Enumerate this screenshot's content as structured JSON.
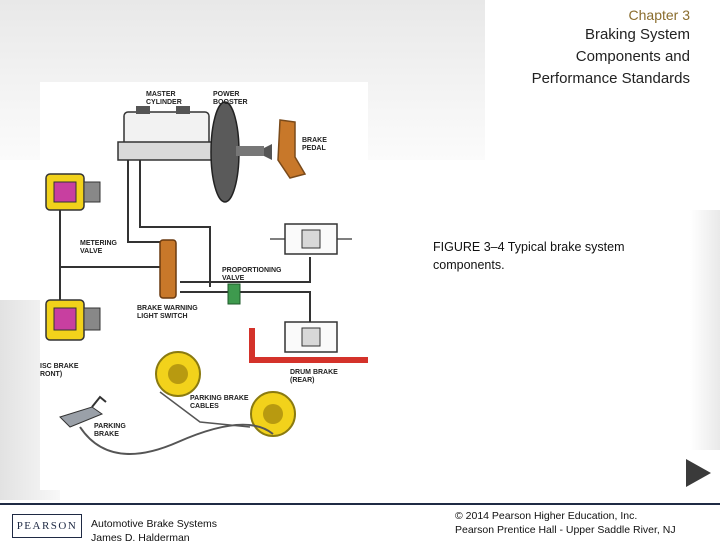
{
  "header": {
    "chapter": "Chapter 3",
    "title_line1": "Braking System",
    "title_line2": "Components and",
    "title_line3": "Performance Standards"
  },
  "figure": {
    "caption_line1": "FIGURE 3–4 Typical brake system",
    "caption_line2": "components.",
    "labels": {
      "master_cylinder_1": "MASTER",
      "master_cylinder_2": "CYLINDER",
      "power_booster_1": "POWER",
      "power_booster_2": "BOOSTER",
      "brake_pedal_1": "BRAKE",
      "brake_pedal_2": "PEDAL",
      "metering_valve_1": "METERING",
      "metering_valve_2": "VALVE",
      "proportioning_valve_1": "PROPORTIONING",
      "proportioning_valve_2": "VALVE",
      "brake_warning_1": "BRAKE WARNING",
      "brake_warning_2": "LIGHT SWITCH",
      "disc_brake_1": "ISC BRAKE",
      "disc_brake_2": "RONT)",
      "drum_brake_1": "DRUM BRAKE",
      "drum_brake_2": "(REAR)",
      "parking_cables_1": "PARKING BRAKE",
      "parking_cables_2": "CABLES",
      "parking_brake_1": "PARKING",
      "parking_brake_2": "BRAKE"
    }
  },
  "footer": {
    "logo": "PEARSON",
    "book_title": "Automotive Brake Systems",
    "author": "James D. Halderman",
    "copyright": "© 2014 Pearson Higher Education, Inc.",
    "publisher": "Pearson Prentice Hall - Upper Saddle River, NJ"
  },
  "colors": {
    "accent": "#8a6d2e",
    "caliper_yellow": "#f2d21b",
    "drum_red": "#d4322a",
    "valve_orange": "#c8782a",
    "switch_green": "#3e9a4e",
    "booster_gray": "#5a5a5a"
  },
  "icons": {
    "next": "play-triangle-icon"
  }
}
